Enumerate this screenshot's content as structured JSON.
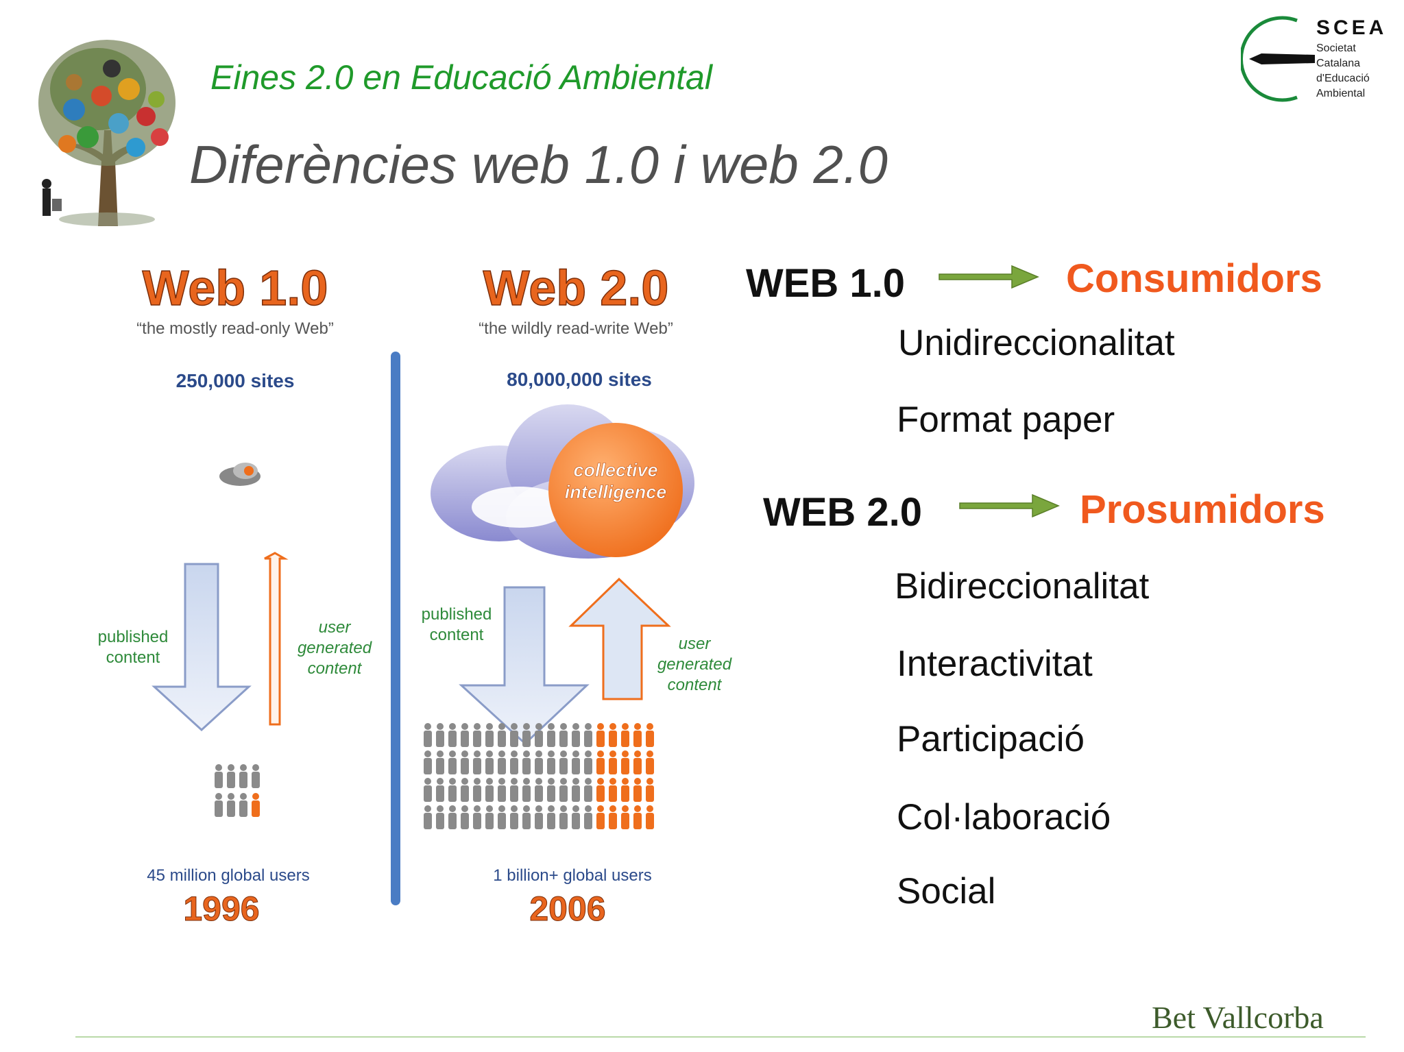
{
  "header": {
    "subtitle": "Eines 2.0 en Educació Ambiental",
    "title": "Diferències web 1.0 i web 2.0"
  },
  "logo": {
    "name": "SCEA",
    "lines": [
      "Societat",
      "Catalana",
      "d'Educació",
      "Ambiental"
    ]
  },
  "diagram": {
    "web1": {
      "title": "Web 1.0",
      "tagline": "“the mostly read-only Web”",
      "sites": "250,000 sites",
      "published": [
        "published",
        "content"
      ],
      "ugc": [
        "user",
        "generated",
        "content"
      ],
      "users": "45 million global users",
      "year": "1996"
    },
    "web2": {
      "title": "Web 2.0",
      "tagline": "“the wildly read-write Web”",
      "sites": "80,000,000 sites",
      "cloud": [
        "collective",
        "intelligence"
      ],
      "published": [
        "published",
        "content"
      ],
      "ugc": [
        "user",
        "generated",
        "content"
      ],
      "users": "1 billion+ global users",
      "year": "2006"
    }
  },
  "right": {
    "web1": {
      "label": "WEB 1.0",
      "role": "Consumidors",
      "features": [
        "Unidireccionalitat",
        "Format paper"
      ]
    },
    "web2": {
      "label": "WEB 2.0",
      "role": "Prosumidors",
      "features": [
        "Bidireccionalitat",
        "Interactivitat",
        "Participació",
        "Col·laboració",
        "Social"
      ]
    }
  },
  "footer": {
    "author": "Bet Vallcorba"
  },
  "colors": {
    "title_green": "#1f9a2a",
    "role_orange": "#f0591e",
    "arrow_green": "#7aa63d",
    "divider_blue": "#4a7cc4"
  }
}
